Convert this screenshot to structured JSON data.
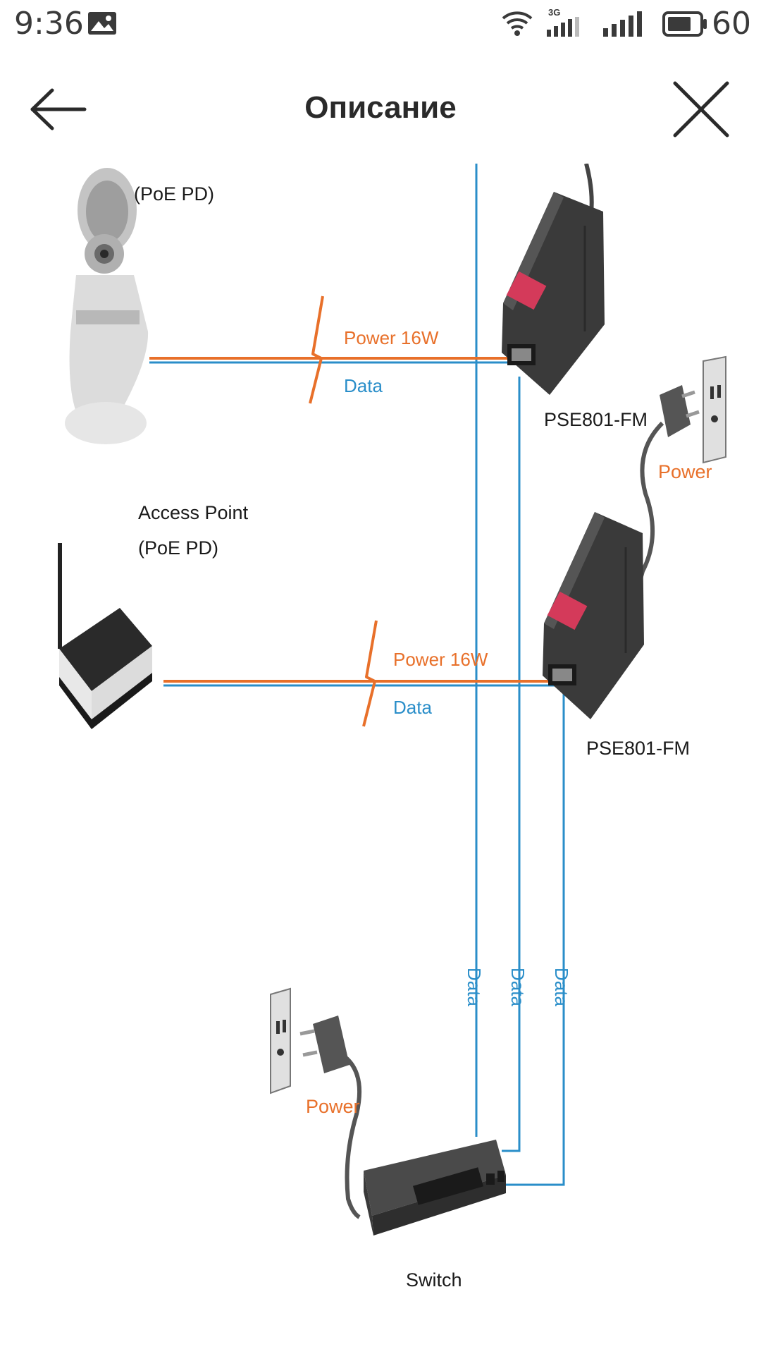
{
  "status_bar": {
    "time": "9:36",
    "network_label": "3G",
    "battery_percent": "60",
    "icons": [
      "image-notification-icon",
      "wifi-icon",
      "signal-3g-icon",
      "signal-icon",
      "battery-icon"
    ]
  },
  "app_bar": {
    "title": "Описание",
    "back_icon": "arrow-left-icon",
    "close_icon": "close-icon"
  },
  "diagram": {
    "camera": {
      "label": "(PoE PD)"
    },
    "access_point": {
      "label_line1": "Access Point",
      "label_line2": "(PoE PD)"
    },
    "link_top": {
      "power": "Power  16W",
      "data": "Data"
    },
    "link_mid": {
      "power": "Power  16W",
      "data": "Data"
    },
    "injector_top": {
      "label": "PSE801-FM"
    },
    "injector_mid": {
      "label": "PSE801-FM"
    },
    "outlet_right": {
      "power": "Power"
    },
    "outlet_left": {
      "power": "Power"
    },
    "vertical_data": [
      "Data",
      "Data",
      "Data"
    ],
    "switch": {
      "label": "Switch"
    },
    "colors": {
      "data_blue": "#2a8ec9",
      "power_orange": "#e8702a"
    }
  }
}
